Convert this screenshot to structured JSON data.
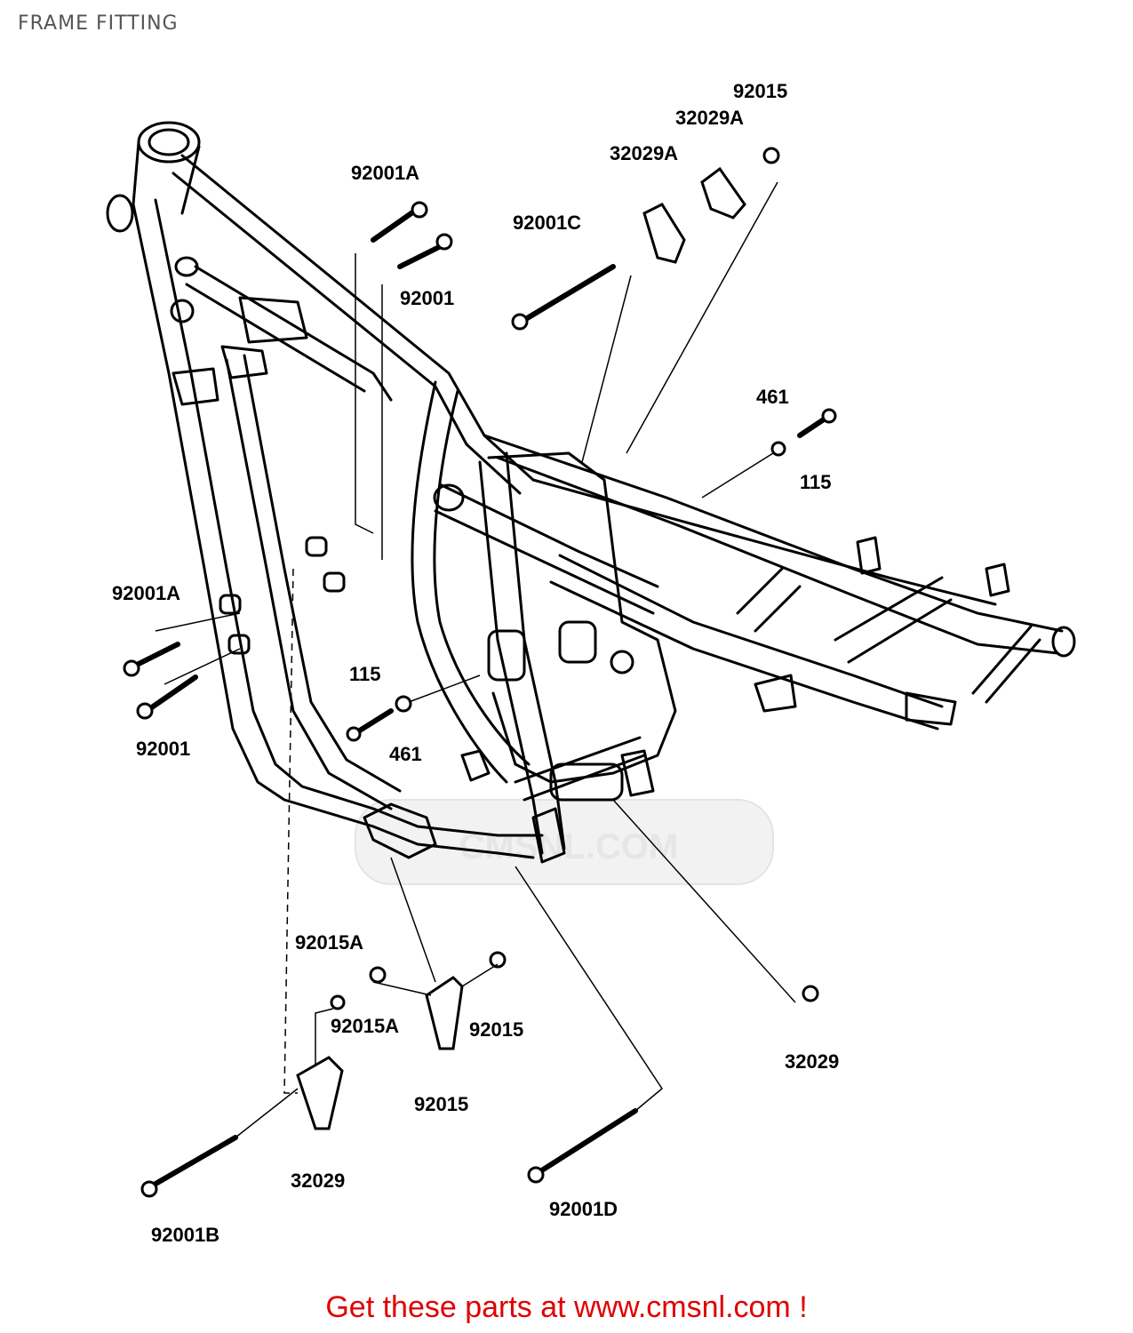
{
  "page": {
    "title": "FRAME FITTING"
  },
  "watermark": {
    "text": "CMSNL.COM"
  },
  "footer": {
    "link_text": "Get these parts at www.cmsnl.com !"
  },
  "part_labels": [
    "92015",
    "32029A",
    "32029A",
    "92001A",
    "92001C",
    "92001",
    "461",
    "115",
    "92001A",
    "115",
    "92001",
    "461",
    "92015A",
    "92015A",
    "92015",
    "32029",
    "92015",
    "32029",
    "92001B",
    "92001D"
  ]
}
